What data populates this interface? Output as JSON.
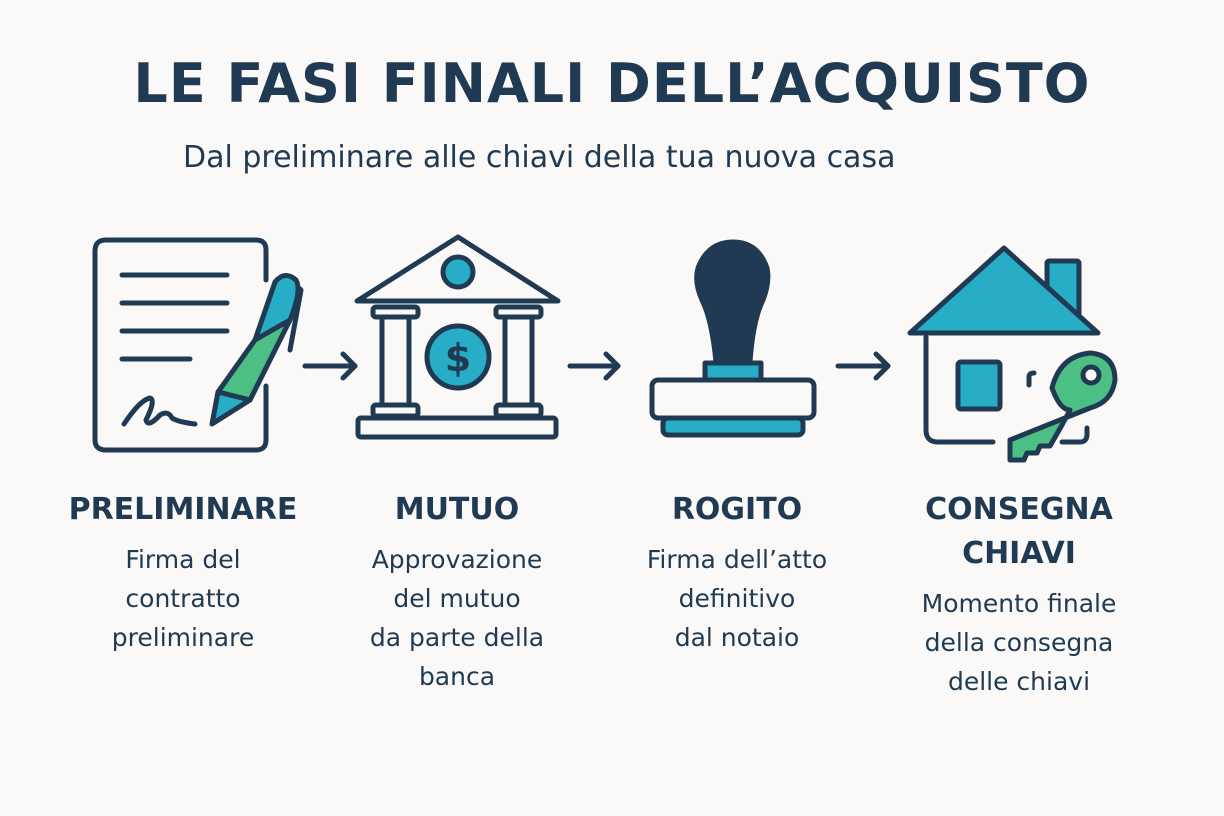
{
  "header": {
    "title": "LE FASI FINALI DELL’ACQUISTO",
    "subtitle": "Dal preliminare alle chiavi della tua nuova casa"
  },
  "colors": {
    "navy": "#1f3a52",
    "teal": "#27aec6",
    "green": "#4cbf85",
    "background": "#faf9f7"
  },
  "steps": [
    {
      "icon": "contract-pen-icon",
      "label": "PRELIMINARE",
      "desc": [
        "Firma del",
        "contratto",
        "preliminare"
      ]
    },
    {
      "icon": "bank-icon",
      "label": "MUTUO",
      "desc": [
        "Approvazione",
        "del mutuo",
        "da parte della",
        "banca"
      ]
    },
    {
      "icon": "stamp-icon",
      "label": "ROGITO",
      "desc": [
        "Firma dell’atto",
        "definitivo",
        "dal notaio"
      ]
    },
    {
      "icon": "house-key-icon",
      "label": "CONSEGNA\nCHIAVI",
      "label_lines": [
        "CONSEGNA",
        "CHIAVI"
      ],
      "desc": [
        "Momento finale",
        "della consegna",
        "delle chiavi"
      ]
    }
  ]
}
